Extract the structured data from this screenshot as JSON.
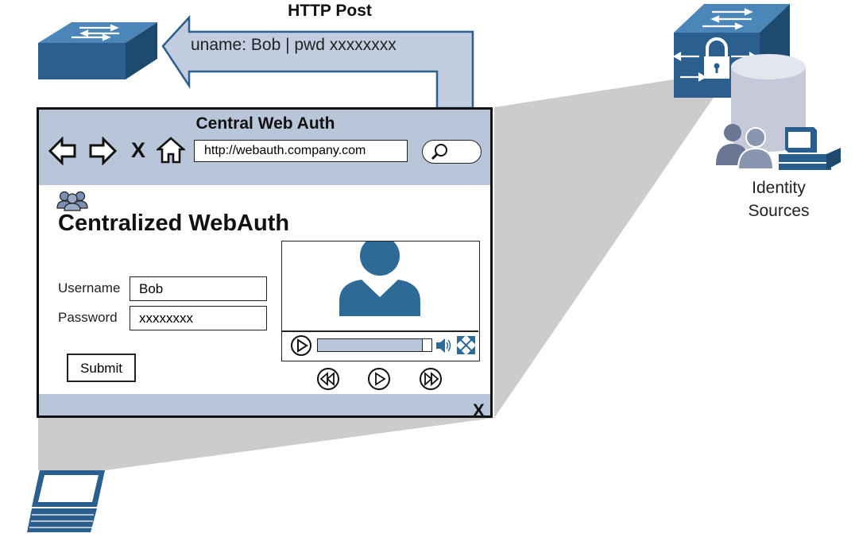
{
  "http_post": {
    "title": "HTTP Post",
    "credentials": "uname: Bob | pwd xxxxxxxx"
  },
  "browser": {
    "title": "Central Web Auth",
    "url": "http://webauth.company.com",
    "stop_label": "X",
    "close_label": "X",
    "page": {
      "title": "Centralized WebAuth",
      "username_label": "Username",
      "username_value": "Bob",
      "password_label": "Password",
      "password_value": "xxxxxxxx",
      "submit_label": "Submit"
    }
  },
  "identity_sources": {
    "label_line1": "Identity",
    "label_line2": "Sources"
  },
  "icons": [
    "network-switch-icon",
    "secure-switch-icon",
    "database-icon",
    "users-icon",
    "workstation-icon",
    "laptop-icon",
    "back-arrow-icon",
    "forward-arrow-icon",
    "home-icon",
    "search-icon",
    "user-avatar-icon",
    "play-icon",
    "volume-icon",
    "fullscreen-icon",
    "rewind-icon",
    "fast-forward-icon",
    "group-icon"
  ],
  "colors": {
    "device_blue": "#2b5f8e",
    "bar_blue": "#b9c5d9",
    "shadow_gray": "#cccccc",
    "avatar_blue": "#2e6a96"
  }
}
